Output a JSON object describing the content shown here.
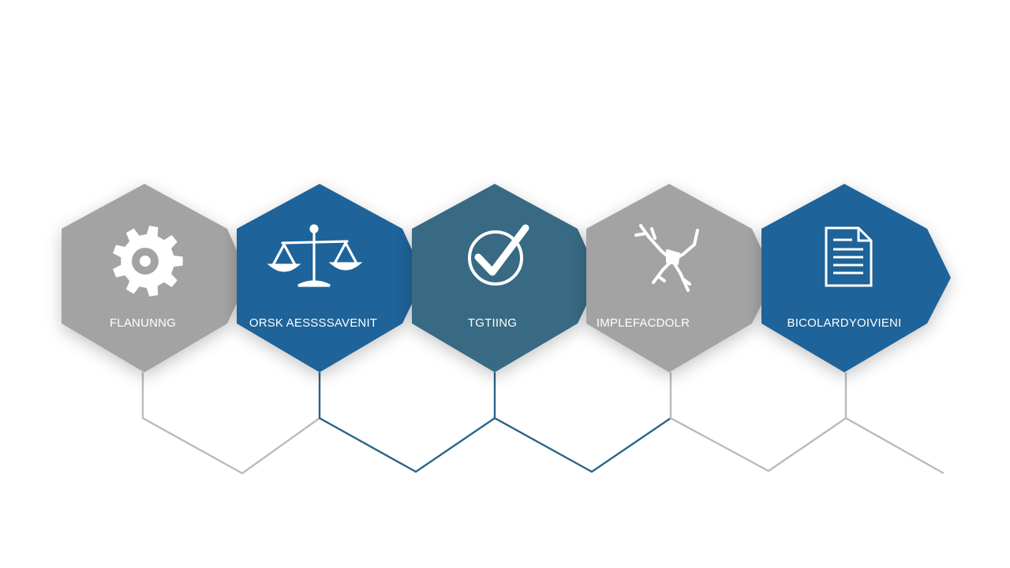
{
  "colors": {
    "gray": "#a3a3a3",
    "blue": "#1e6399",
    "slate": "#386a84",
    "line_gray": "#bbbbbb",
    "line_blue": "#2a6588",
    "background": "#ffffff"
  },
  "steps": [
    {
      "label": "FLANUNNG",
      "icon": "gear-icon",
      "color": "gray"
    },
    {
      "label": "ORSK AESSSSAVENIT",
      "icon": "scales-icon",
      "color": "blue"
    },
    {
      "label": "TGTIING",
      "icon": "checkmark-circle-icon",
      "color": "slate"
    },
    {
      "label": "IMPLEFACDOLR",
      "icon": "tools-icon",
      "color": "gray"
    },
    {
      "label": "BICOLARDYOIVIENI",
      "icon": "document-icon",
      "color": "blue"
    }
  ]
}
